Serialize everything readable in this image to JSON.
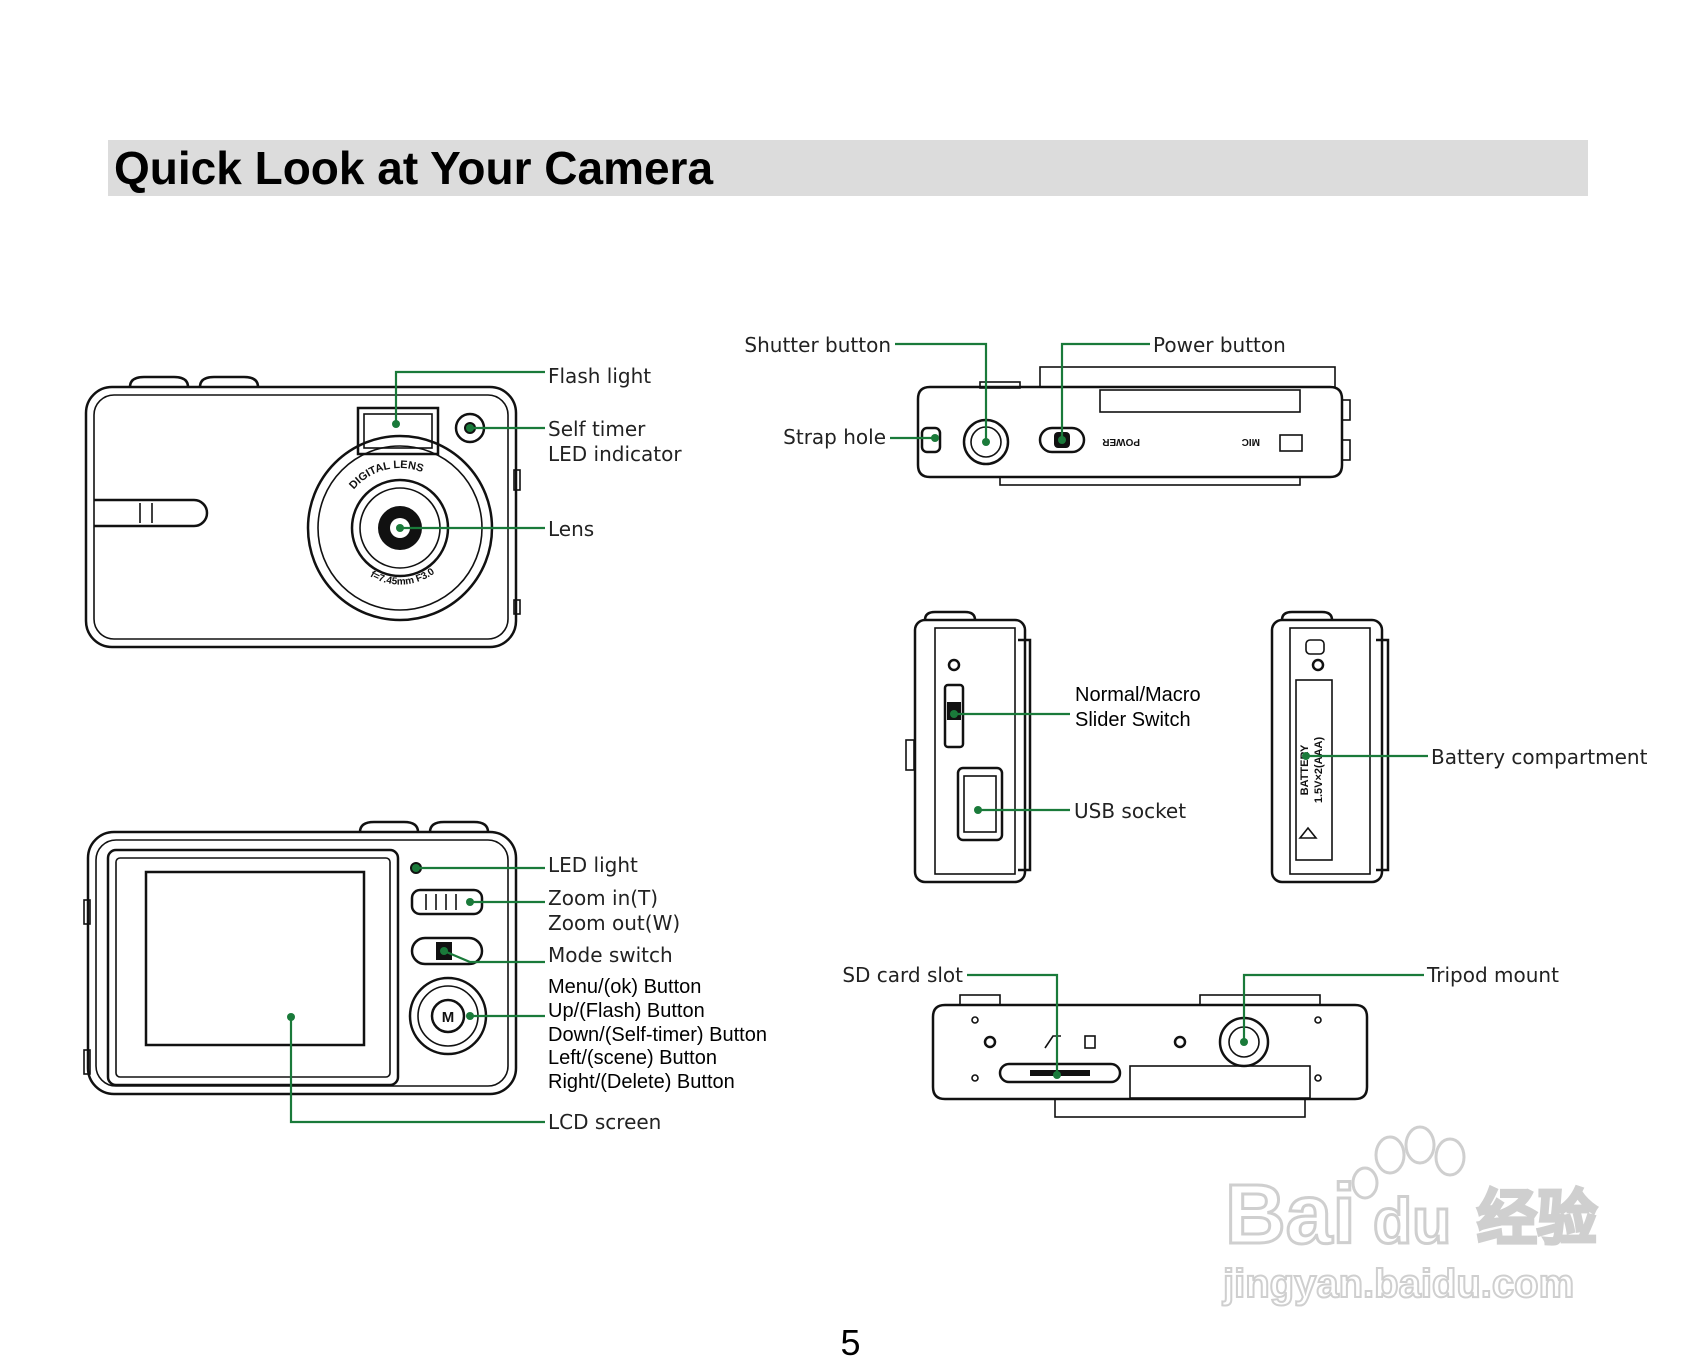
{
  "page": {
    "title": "Quick Look at Your Camera",
    "page_number": "5"
  },
  "front_view": {
    "lens_text_top": "DIGITAL LENS",
    "lens_text_bottom": "f=7.45mm F3.0",
    "labels": {
      "flash_light": "Flash light",
      "self_timer_1": "Self timer",
      "self_timer_2": "LED indicator",
      "lens": "Lens"
    }
  },
  "back_view": {
    "labels": {
      "led_light": "LED light",
      "zoom_in": "Zoom in(T)",
      "zoom_out": "Zoom out(W)",
      "mode_switch": "Mode switch",
      "menu_ok": "Menu/(ok) Button",
      "up_flash": "Up/(Flash) Button",
      "down_self_timer": "Down/(Self-timer) Button",
      "left_scene": "Left/(scene) Button",
      "right_delete": "Right/(Delete) Button",
      "lcd_screen": "LCD screen"
    },
    "mode_dial_letter": "M"
  },
  "top_view": {
    "power_text": "POWER",
    "mic_text": "MIC",
    "labels": {
      "shutter_button": "Shutter button",
      "power_button": "Power button",
      "strap_hole": "Strap hole"
    }
  },
  "side_views": {
    "battery_text_1": "BATTERY",
    "battery_text_2": "1.5V×2(AAA)",
    "labels": {
      "normal_macro_1": "Normal/Macro",
      "normal_macro_2": "Slider Switch",
      "usb_socket": "USB socket",
      "battery_compartment": "Battery compartment"
    }
  },
  "bottom_view": {
    "labels": {
      "sd_card_slot": "SD card slot",
      "tripod_mount": "Tripod mount"
    }
  },
  "watermark": {
    "brand_1": "Bai",
    "brand_2": "du",
    "brand_cn": "经验",
    "site": "jingyan.baidu.com"
  },
  "colors": {
    "leader_line": "#1a7a3a",
    "title_background": "#dcdcdc",
    "watermark": "#d0d0d0"
  }
}
